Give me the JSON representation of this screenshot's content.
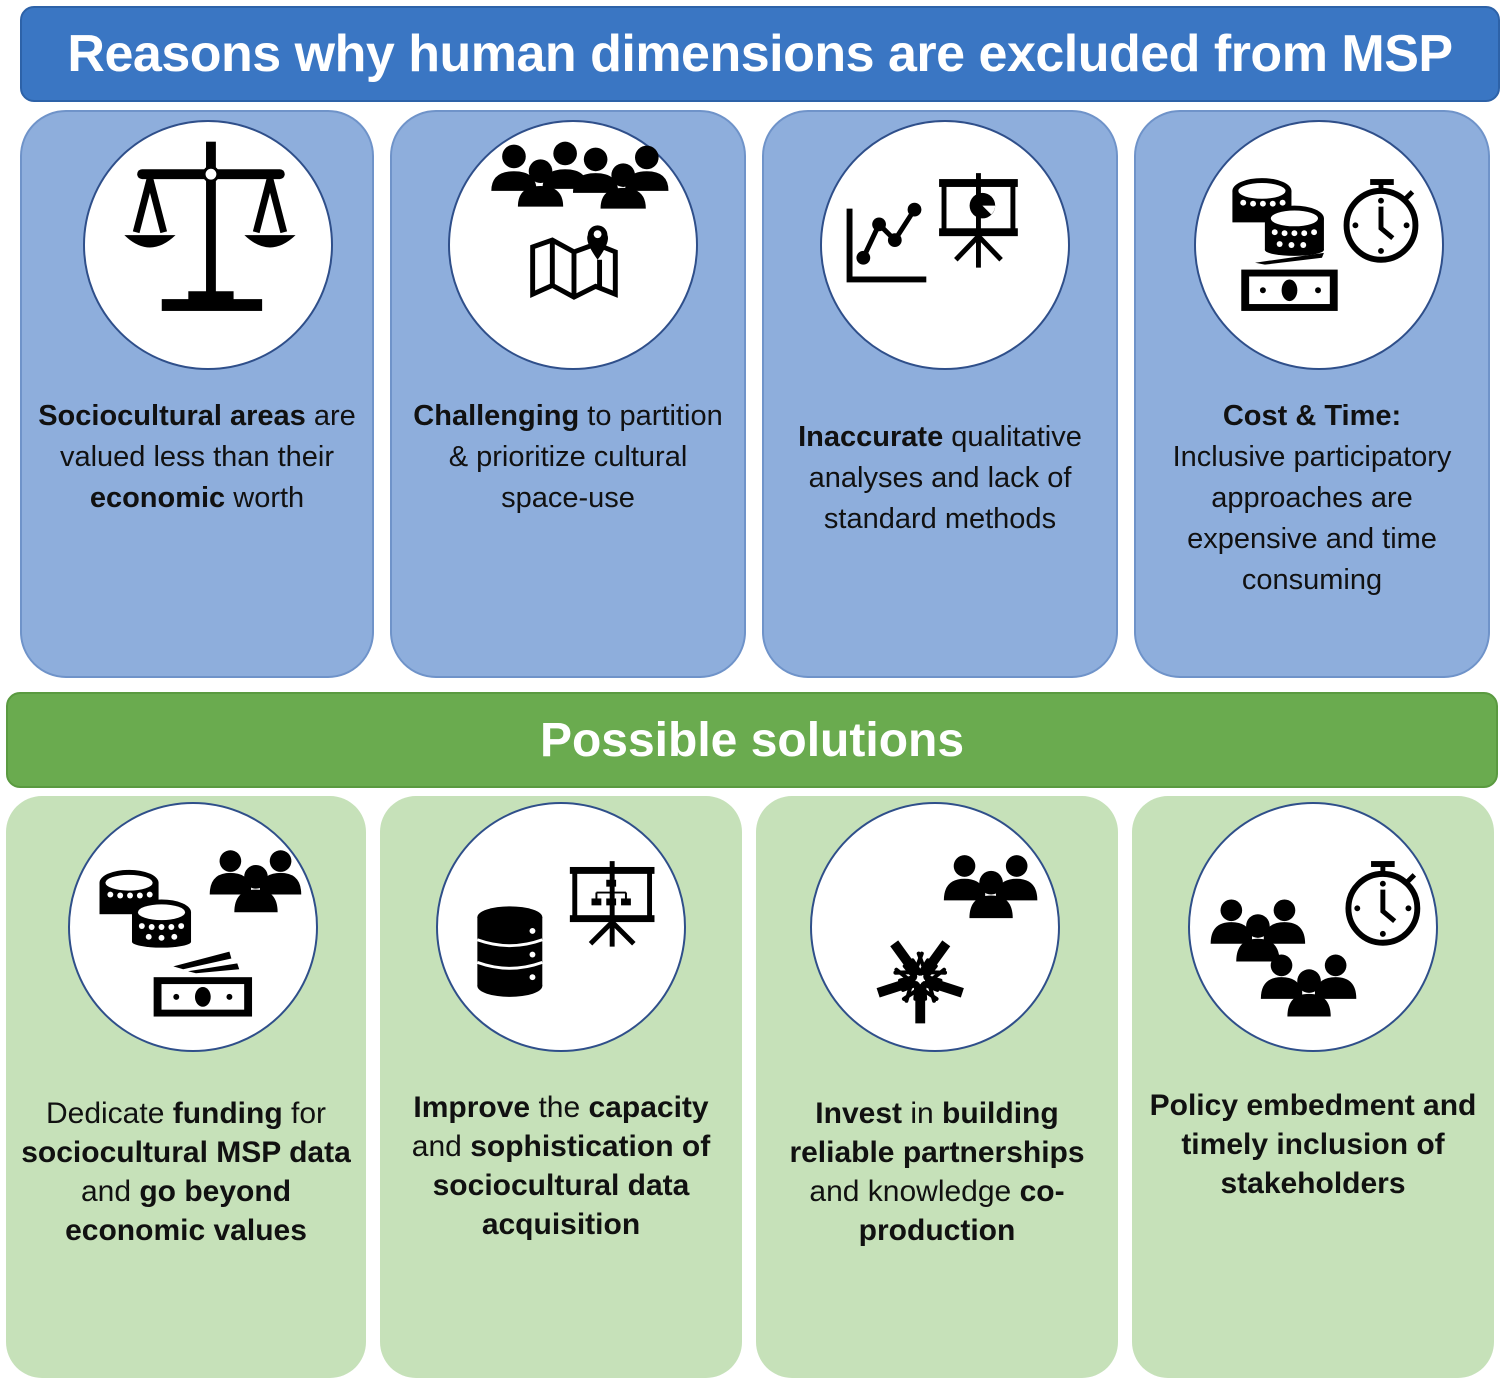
{
  "header": {
    "title": "Reasons why human dimensions are excluded from MSP",
    "color": "#3a76c3"
  },
  "reasons": [
    {
      "icons": [
        "balance-scale-icon"
      ],
      "text": [
        {
          "t": "Sociocultural areas",
          "b": true
        },
        {
          "t": " are valued less than their ",
          "b": false
        },
        {
          "t": "economic",
          "b": true
        },
        {
          "t": " worth",
          "b": false
        }
      ]
    },
    {
      "icons": [
        "crowd-icon",
        "map-pin-icon"
      ],
      "text": [
        {
          "t": "Challenging",
          "b": true
        },
        {
          "t": " to partition & prioritize cultural space-use",
          "b": false
        }
      ]
    },
    {
      "icons": [
        "line-chart-icon",
        "presentation-pie-icon"
      ],
      "text": [
        {
          "t": "Inaccurate",
          "b": true
        },
        {
          "t": " qualitative analyses and lack of standard methods",
          "b": false
        }
      ]
    },
    {
      "icons": [
        "coins-money-icon",
        "stopwatch-icon"
      ],
      "text": [
        {
          "t": "Cost & Time:",
          "b": true
        },
        {
          "t": " Inclusive participatory approaches are expensive and time consuming",
          "b": false
        }
      ]
    }
  ],
  "solutions_header": {
    "title": "Possible solutions",
    "color": "#6aab4f"
  },
  "solutions": [
    {
      "icons": [
        "coins-icon",
        "people-group-icon",
        "money-bill-icon"
      ],
      "text": [
        {
          "t": "Dedicate ",
          "b": false
        },
        {
          "t": "funding",
          "b": true
        },
        {
          "t": " for ",
          "b": false
        },
        {
          "t": "sociocultural MSP data",
          "b": true
        },
        {
          "t": " and ",
          "b": false
        },
        {
          "t": "go beyond economic values",
          "b": true
        }
      ]
    },
    {
      "icons": [
        "database-icon",
        "presentation-org-chart-icon"
      ],
      "text": [
        {
          "t": "Improve",
          "b": true
        },
        {
          "t": " the ",
          "b": false
        },
        {
          "t": "capacity",
          "b": true
        },
        {
          "t": " and ",
          "b": false
        },
        {
          "t": "sophistication of sociocultural data acquisition",
          "b": true
        }
      ]
    },
    {
      "icons": [
        "people-group-icon",
        "hands-together-icon"
      ],
      "text": [
        {
          "t": "Invest",
          "b": true
        },
        {
          "t": " in ",
          "b": false
        },
        {
          "t": "building reliable partnerships",
          "b": true
        },
        {
          "t": " and knowledge ",
          "b": false
        },
        {
          "t": "co-production",
          "b": true
        }
      ]
    },
    {
      "icons": [
        "people-groups-icon",
        "stopwatch-icon"
      ],
      "text": [
        {
          "t": "Policy embedment and timely inclusion of stakeholders",
          "b": true
        }
      ]
    }
  ]
}
